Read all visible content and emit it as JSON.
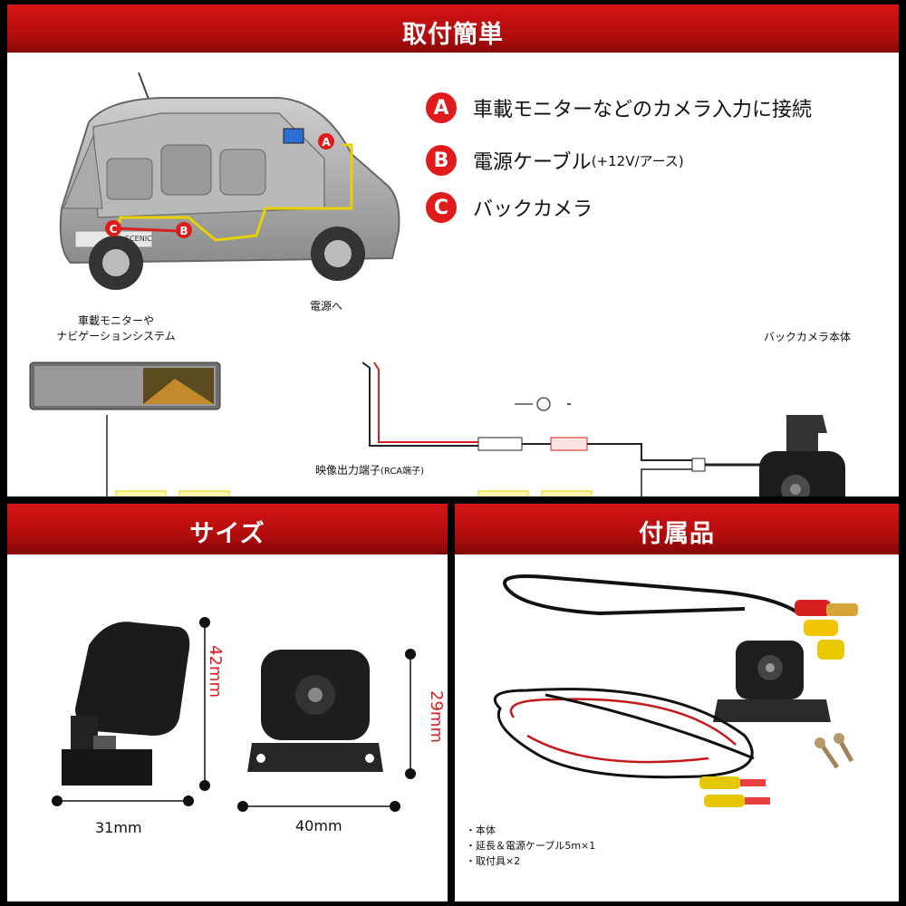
{
  "sections": {
    "install": "取付簡単",
    "size": "サイズ",
    "accessories": "付属品"
  },
  "legend": [
    {
      "badge": "A",
      "text": "車載モニターなどのカメラ入力に接続",
      "note": ""
    },
    {
      "badge": "B",
      "text": "電源ケーブル",
      "note": "(+12V/アース)"
    },
    {
      "badge": "C",
      "text": "バックカメラ",
      "note": ""
    }
  ],
  "car": {
    "marker_a": "A",
    "marker_b": "B",
    "marker_c": "C",
    "plate": "SCENIC"
  },
  "wiring": {
    "monitor_label_1": "車載モニターや",
    "monitor_label_2": "ナビゲーションシステム",
    "power_label": "電源へ",
    "camera_label": "バックカメラ本体",
    "video_label": "映像出力端子",
    "video_note": "(RCA端子)"
  },
  "size": {
    "side_width": "31mm",
    "side_height": "42mm",
    "front_width": "40mm",
    "front_height": "29mm"
  },
  "accessory_list": [
    "・本体",
    "・延長＆電源ケーブル5m×1",
    "・取付具×2"
  ],
  "colors": {
    "banner_red": "#c41010",
    "badge_red": "#e01b1b",
    "wire_yellow": "#e6d200",
    "wire_red": "#d92020"
  }
}
